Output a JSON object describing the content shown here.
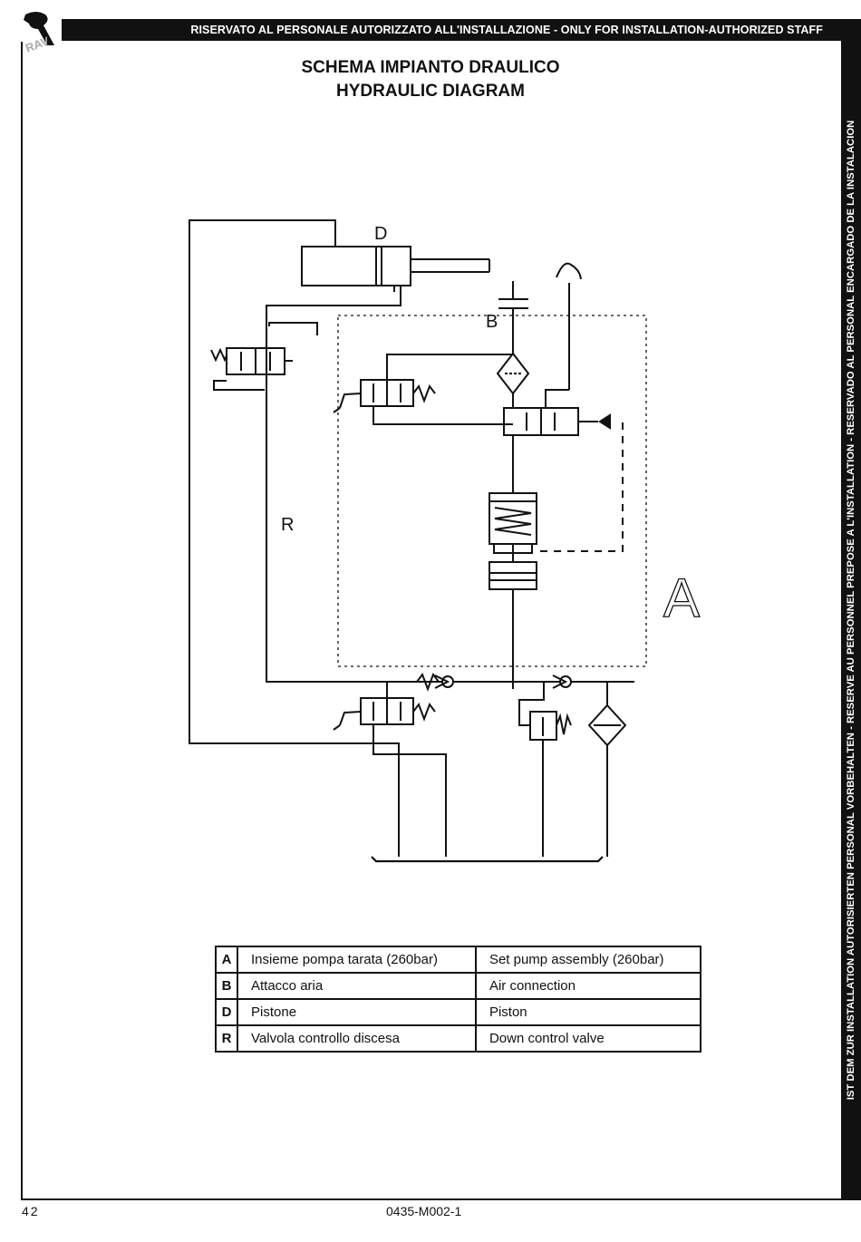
{
  "header": {
    "text": "RISERVATO AL PERSONALE AUTORIZZATO ALL'INSTALLAZIONE - ONLY FOR INSTALLATION-AUTHORIZED STAFF"
  },
  "sidebar": {
    "text": "IST DEM ZUR INSTALLATION AUTORISIERTEN PERSONAL VORBEHALTEN - RESERVE AU PERSONNEL PREPOSE A L'INSTALLATION - RESERVADO AL PERSONAL ENCARGADO DE LA INSTALACION"
  },
  "logo": {
    "text": "RAV"
  },
  "title": {
    "line1": "SCHEMA IMPIANTO DRAULICO",
    "line2": "HYDRAULIC DIAGRAM"
  },
  "diagram": {
    "labels": {
      "d": "D",
      "b": "B",
      "r": "R",
      "a": "A"
    }
  },
  "legend": {
    "rows": [
      {
        "key": "A",
        "it": "Insieme pompa tarata (260bar)",
        "en": "Set pump assembly (260bar)"
      },
      {
        "key": "B",
        "it": "Attacco aria",
        "en": "Air connection"
      },
      {
        "key": "D",
        "it": "Pistone",
        "en": "Piston"
      },
      {
        "key": "R",
        "it": "Valvola controllo discesa",
        "en": "Down control valve"
      }
    ]
  },
  "footer": {
    "page_number": "42",
    "doc_code": "0435-M002-1"
  }
}
